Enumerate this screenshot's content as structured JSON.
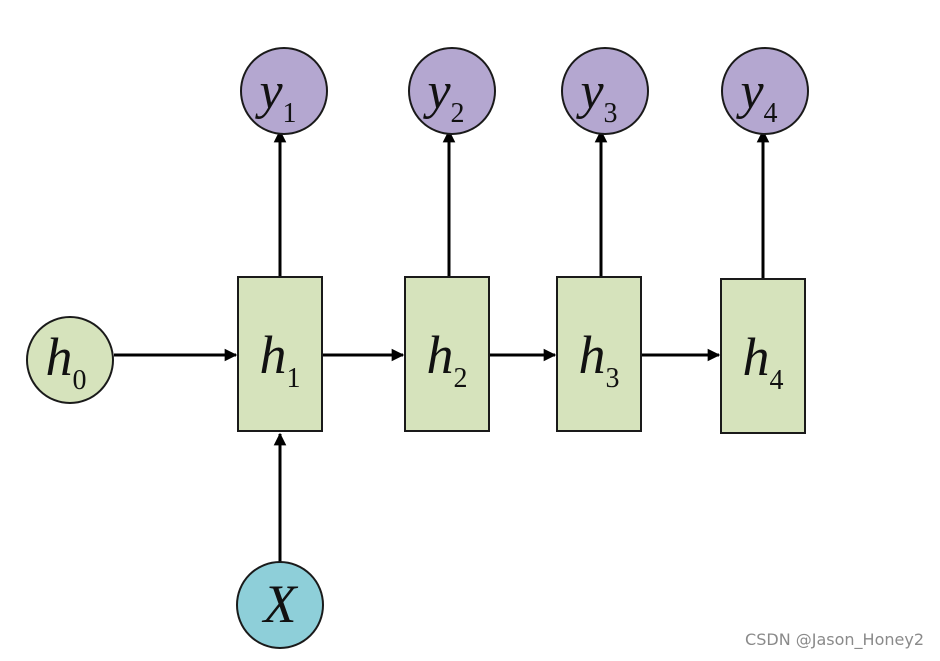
{
  "colors": {
    "hidden_fill": "#d6e3bc",
    "output_fill": "#b4a7d0",
    "input_fill": "#8ecfd9",
    "initial_fill": "#d6e3bc",
    "stroke": "#1a1a1a"
  },
  "nodes": {
    "h0": {
      "main": "h",
      "sub": "0"
    },
    "h1": {
      "main": "h",
      "sub": "1"
    },
    "h2": {
      "main": "h",
      "sub": "2"
    },
    "h3": {
      "main": "h",
      "sub": "3"
    },
    "h4": {
      "main": "h",
      "sub": "4"
    },
    "y1": {
      "main": "y",
      "sub": "1"
    },
    "y2": {
      "main": "y",
      "sub": "2"
    },
    "y3": {
      "main": "y",
      "sub": "3"
    },
    "y4": {
      "main": "y",
      "sub": "4"
    },
    "x": {
      "main": "X",
      "sub": ""
    }
  },
  "watermark": "CSDN @Jason_Honey2"
}
